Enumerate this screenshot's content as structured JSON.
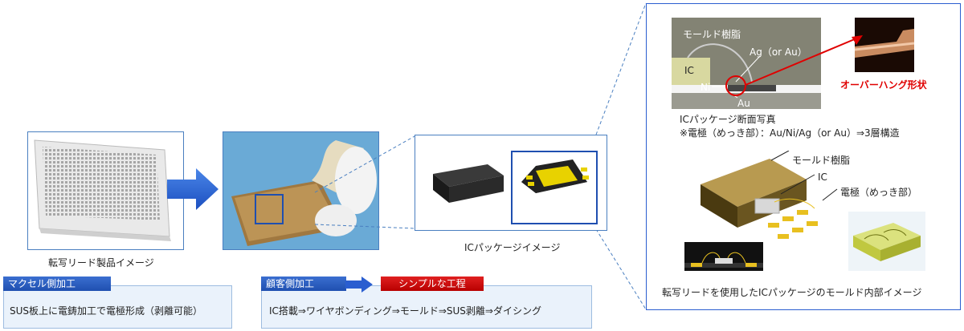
{
  "captions": {
    "transfer_lead": "転写リード製品イメージ",
    "ic_package": "ICパッケージイメージ"
  },
  "maxel_box": {
    "tag": "マクセル側加工",
    "text": "SUS板上に電鋳加工で電極形成（剥離可能）"
  },
  "customer_box": {
    "tag": "顧客側加工",
    "simple_tag": "シンプルな工程",
    "text": "IC搭載⇒ワイヤボンディング⇒モールド⇒SUS剥離⇒ダイシング"
  },
  "cross_section": {
    "mold_resin": "モールド樹脂",
    "ag_au": "Ag（or Au）",
    "ic": "IC",
    "ni": "Ni",
    "au": "Au",
    "overhang": "オーバーハング形状",
    "caption_1": "ICパッケージ断面写真",
    "caption_2": "※電極（めっき部）：Au/Ni/Ag（or Au）⇒3層構造"
  },
  "inner_diagram": {
    "mold_resin": "モールド樹脂",
    "ic": "IC",
    "electrode": "電極（めっき部）",
    "caption": "転写リードを使用したICパッケージのモールド内部イメージ"
  },
  "colors": {
    "accent_blue": "#1f4fb0",
    "accent_red": "#d40000",
    "box_bg": "#eaf2fb"
  }
}
